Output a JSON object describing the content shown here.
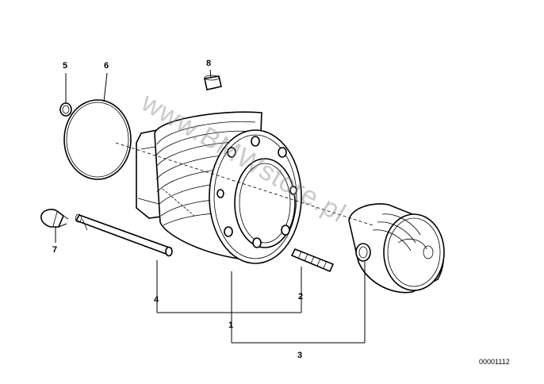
{
  "diagram": {
    "callouts": [
      {
        "id": "1",
        "text": "1"
      },
      {
        "id": "2",
        "text": "2"
      },
      {
        "id": "3",
        "text": "3"
      },
      {
        "id": "4",
        "text": "4"
      },
      {
        "id": "5",
        "text": "5"
      },
      {
        "id": "6",
        "text": "6"
      },
      {
        "id": "7",
        "text": "7"
      },
      {
        "id": "8",
        "text": "8"
      }
    ],
    "watermark": "www.BMWstore.pl",
    "diagram_code": "00001112"
  }
}
